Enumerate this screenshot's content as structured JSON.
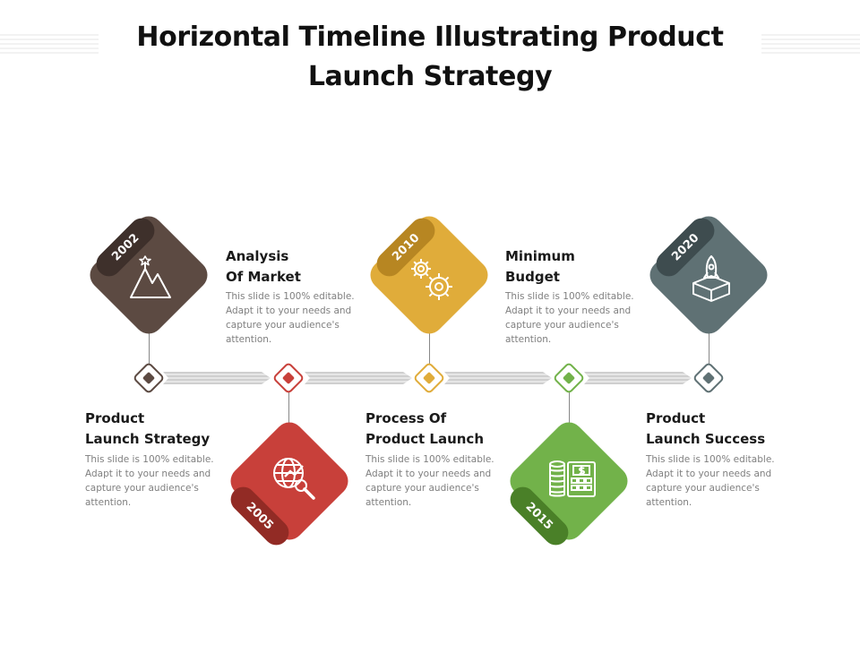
{
  "title": "Horizontal Timeline Illustrating Product Launch Strategy",
  "colors": {
    "brown": "#5c4a42",
    "red": "#c8403a",
    "yellow": "#e0ac3a",
    "green": "#72b24a",
    "slate": "#5f7174"
  },
  "steps": [
    {
      "year": "2002",
      "label_line1": "Product",
      "label_line2": "Launch Strategy",
      "description": "This slide is 100% editable.  Adapt it to your needs and capture your audience's attention.",
      "icon": "mountain-peak-icon"
    },
    {
      "year": "2005",
      "label_line1": "Analysis",
      "label_line2": "Of Market",
      "description": "This slide is 100% editable.  Adapt it to your needs and capture your audience's attention.",
      "icon": "globe-analytics-icon"
    },
    {
      "year": "2010",
      "label_line1": "Process Of",
      "label_line2": "Product Launch",
      "description": "This slide is 100% editable.  Adapt it to your needs and capture your audience's attention.",
      "icon": "gears-icon"
    },
    {
      "year": "2015",
      "label_line1": "Minimum",
      "label_line2": "Budget",
      "description": "This slide is 100% editable.  Adapt it to your needs and capture your audience's attention.",
      "icon": "money-calculator-icon"
    },
    {
      "year": "2020",
      "label_line1": "Product",
      "label_line2": "Launch Success",
      "description": "This slide is 100% editable.  Adapt it to your needs and capture your audience's attention.",
      "icon": "rocket-box-icon"
    }
  ]
}
